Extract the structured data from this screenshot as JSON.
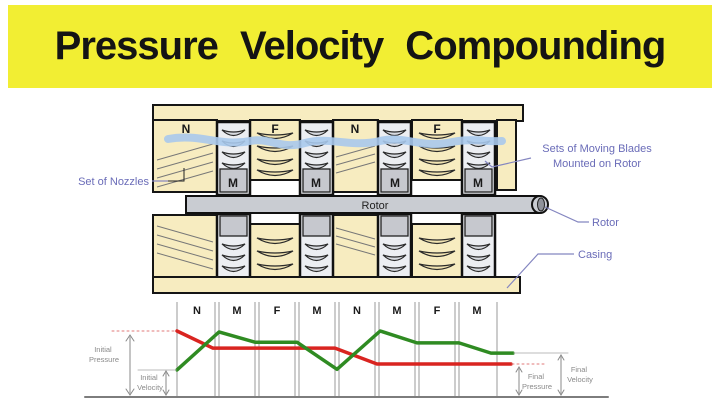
{
  "banner": {
    "title": "Pressure Velocity Compounding",
    "bg_color": "#f2ee33",
    "text_color": "#141414"
  },
  "diagram": {
    "stage_labels_top": [
      "N",
      "F",
      "N",
      "F"
    ],
    "moving_blade_labels": [
      "M",
      "M",
      "M",
      "M"
    ],
    "rotor_bar_label": "Rotor",
    "annotations": {
      "nozzles": "Set of Nozzles",
      "moving_blades_line1": "Sets of Moving Blades",
      "moving_blades_line2": "Mounted on Rotor",
      "rotor": "Rotor",
      "casing": "Casing"
    },
    "colors": {
      "casing_cream": "#f7ecc0",
      "blade_gray": "#c9ccd2",
      "flow_blue": "#a9c9ec",
      "annotation_blue": "#6a6cb8"
    }
  },
  "chart_data": {
    "type": "line",
    "title": "",
    "x_sections": [
      "N",
      "M",
      "F",
      "M",
      "N",
      "M",
      "F",
      "M"
    ],
    "series": [
      {
        "name": "Pressure",
        "color": "#d92420",
        "points": [
          [
            0,
            1.0
          ],
          [
            0.9,
            0.74
          ],
          [
            3.95,
            0.74
          ],
          [
            5.0,
            0.5
          ],
          [
            8.35,
            0.5
          ]
        ]
      },
      {
        "name": "Velocity",
        "color": "#2f8b22",
        "points": [
          [
            0,
            0.41
          ],
          [
            1.05,
            0.985
          ],
          [
            1.95,
            0.83
          ],
          [
            3.0,
            0.83
          ],
          [
            4.0,
            0.42
          ],
          [
            5.08,
            1.0
          ],
          [
            6.0,
            0.82
          ],
          [
            7.05,
            0.82
          ],
          [
            7.85,
            0.665
          ],
          [
            8.4,
            0.665
          ]
        ]
      }
    ],
    "labels": {
      "initial_pressure": [
        "Initial",
        "Pressure"
      ],
      "initial_velocity": [
        "Initial",
        "Velocity"
      ],
      "final_pressure": [
        "Final",
        "Pressure"
      ],
      "final_velocity": [
        "Final",
        "Velocity"
      ]
    },
    "ylim": [
      0,
      1
    ],
    "grid": "double section-divider lines, no horizontal gridlines",
    "legend": "none"
  }
}
